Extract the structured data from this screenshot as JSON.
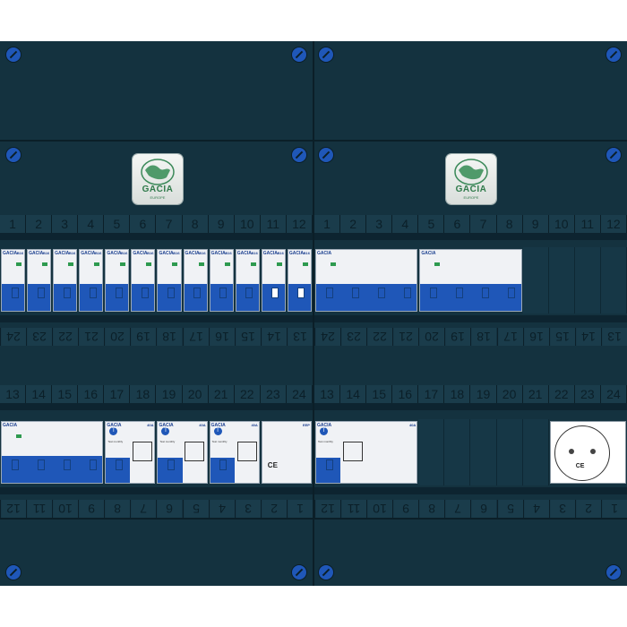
{
  "brand": {
    "name": "GACIA",
    "sub": "EUROPE"
  },
  "numbers": {
    "top": [
      "1",
      "2",
      "3",
      "4",
      "5",
      "6",
      "7",
      "8",
      "9",
      "10",
      "11",
      "12"
    ],
    "mid_upper_flipped": [
      "24",
      "23",
      "22",
      "21",
      "20",
      "19",
      "18",
      "17",
      "16",
      "15",
      "14",
      "13"
    ],
    "mid_lower": [
      "13",
      "14",
      "15",
      "16",
      "17",
      "18",
      "19",
      "20",
      "21",
      "22",
      "23",
      "24"
    ],
    "bottom_flipped": [
      "12",
      "11",
      "10",
      "9",
      "8",
      "7",
      "6",
      "5",
      "4",
      "3",
      "2",
      "1"
    ]
  },
  "row1_left": {
    "breakers": [
      {
        "brand": "GACIA",
        "spec": "B16"
      },
      {
        "brand": "GACIA",
        "spec": "B16"
      },
      {
        "brand": "GACIA",
        "spec": "B16"
      },
      {
        "brand": "GACIA",
        "spec": "B16"
      },
      {
        "brand": "GACIA",
        "spec": "B16"
      },
      {
        "brand": "GACIA",
        "spec": "B16"
      },
      {
        "brand": "GACIA",
        "spec": "B16"
      },
      {
        "brand": "GACIA",
        "spec": "B16"
      },
      {
        "brand": "GACIA",
        "spec": "B16"
      },
      {
        "brand": "GACIA",
        "spec": "B16"
      },
      {
        "brand": "GACIA",
        "spec": "B16"
      },
      {
        "brand": "GACIA",
        "spec": "B16"
      }
    ]
  },
  "row1_right": {
    "groups": [
      {
        "brand": "GACIA"
      },
      {
        "brand": "GACIA"
      }
    ]
  },
  "row2_left": {
    "main": {
      "brand": "GACIA"
    },
    "rcds": [
      {
        "brand": "GACIA",
        "spec": "40A",
        "test": "Test monthly"
      },
      {
        "brand": "GACIA",
        "spec": "40A",
        "test": "Test monthly"
      },
      {
        "brand": "GACIA",
        "spec": "40A",
        "test": "Test monthly"
      }
    ],
    "spd": {
      "brand": "EEP",
      "mark": "CE"
    }
  },
  "row2_right": {
    "rcd": {
      "brand": "GACIA",
      "spec": "40A",
      "test": "Test monthly"
    },
    "socket": {
      "mark": "CE"
    }
  },
  "colors": {
    "panel": "#14323f",
    "accent": "#1f57b8",
    "green": "#2e9a4f"
  }
}
